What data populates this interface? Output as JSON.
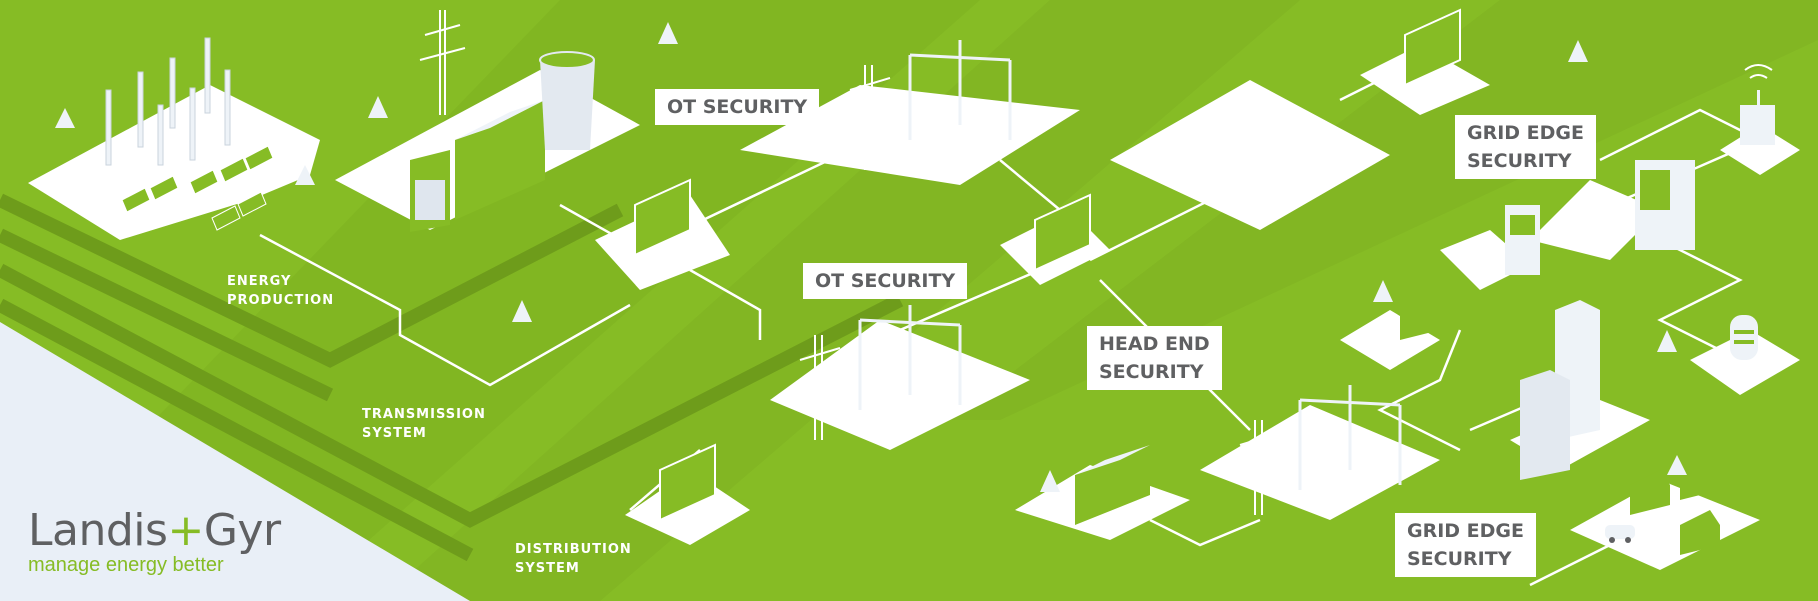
{
  "colors": {
    "grass": "#86bc25",
    "grass_dark": "#74a51e",
    "grass_step": "#6e9c1b",
    "platform": "#ffffff",
    "corner_bg": "#e9eff7",
    "label_text": "#5f6062",
    "brand_gray": "#5f6062",
    "brand_green": "#86bc25"
  },
  "layers": [
    {
      "id": "energy-production",
      "label": "ENERGY\nPRODUCTION"
    },
    {
      "id": "transmission-system",
      "label": "TRANSMISSION\nSYSTEM"
    },
    {
      "id": "distribution-system",
      "label": "DISTRIBUTION\nSYSTEM"
    }
  ],
  "security_labels": [
    {
      "id": "ot-security-1",
      "label": "OT SECURITY"
    },
    {
      "id": "ot-security-2",
      "label": "OT SECURITY"
    },
    {
      "id": "head-end-security",
      "label": "HEAD END\nSECURITY"
    },
    {
      "id": "grid-edge-security-1",
      "label": "GRID EDGE\nSECURITY"
    },
    {
      "id": "grid-edge-security-2",
      "label": "GRID EDGE\nSECURITY"
    }
  ],
  "logo": {
    "name_left": "Landis",
    "name_plus": "+",
    "name_right": "Gyr",
    "tagline": "manage energy better"
  },
  "illustrations": [
    "wind-farm-icon",
    "solar-panel-icon",
    "power-plant-icon",
    "cooling-tower-icon",
    "transmission-tower-icon",
    "substation-icon",
    "control-center-icon",
    "smart-meter-icon",
    "gateway-icon",
    "battery-icon",
    "office-tower-icon",
    "factory-icon",
    "house-icon",
    "electric-car-icon",
    "tree-icon"
  ]
}
